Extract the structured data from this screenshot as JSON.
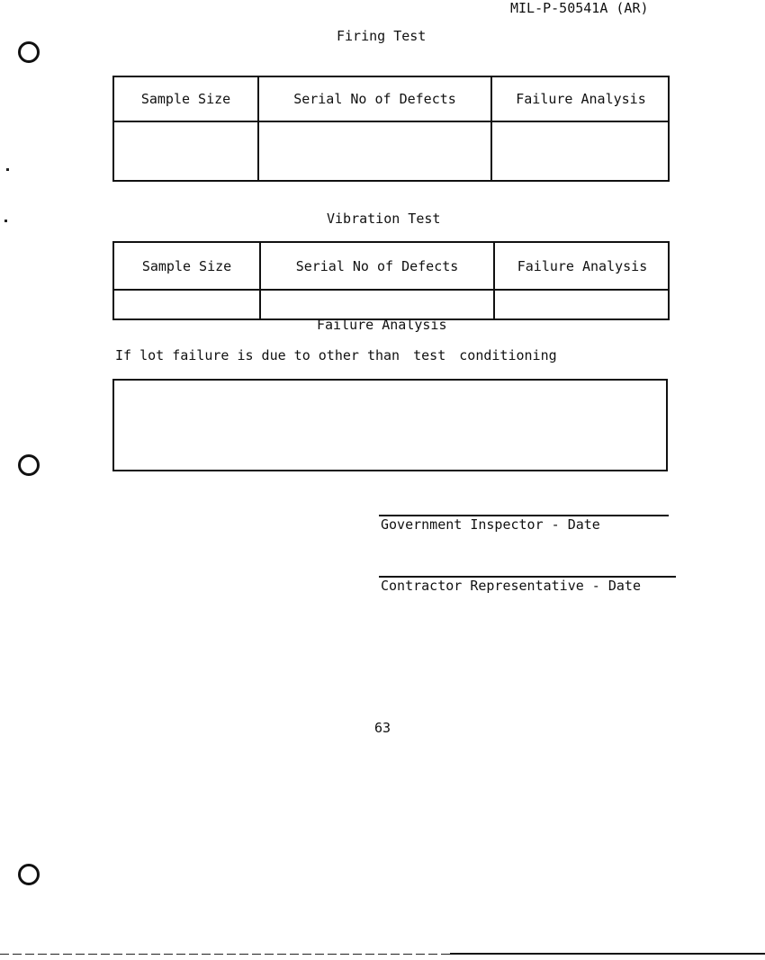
{
  "header": {
    "doc_id": "MIL-P-50541A (AR)"
  },
  "firing_test": {
    "title": "Firing Test",
    "columns": [
      "Sample Size",
      "Serial No of Defects",
      "Failure Analysis"
    ]
  },
  "vibration_test": {
    "title": "Vibration Test",
    "columns": [
      "Sample Size",
      "Serial No of Defects",
      "Failure Analysis"
    ]
  },
  "failure_analysis": {
    "title": "Failure Analysis",
    "instruction_part1": "If lot failure is due to other than",
    "instruction_test": "test",
    "instruction_part2": "conditioning"
  },
  "signatures": {
    "government": "Government Inspector - Date",
    "contractor": "Contractor Representative - Date"
  },
  "footer": {
    "page_number": "63"
  }
}
